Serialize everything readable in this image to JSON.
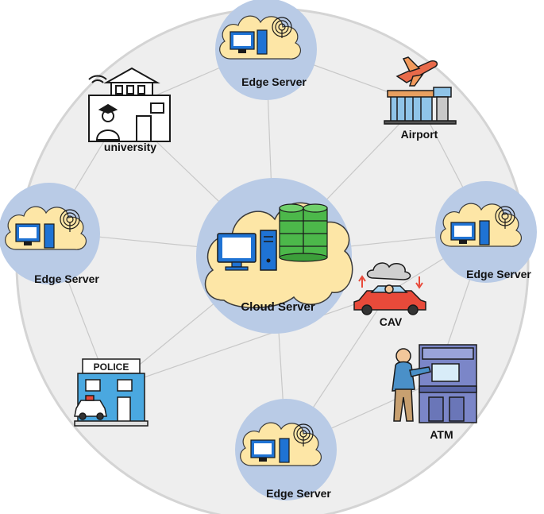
{
  "nodes": {
    "cloud_server": {
      "label": "Cloud Server"
    },
    "edge_top": {
      "label": "Edge Server"
    },
    "edge_left": {
      "label": "Edge Server"
    },
    "edge_right": {
      "label": "Edge Server"
    },
    "edge_bottom": {
      "label": "Edge Server"
    },
    "university": {
      "label": "university"
    },
    "airport": {
      "label": "Airport"
    },
    "cav": {
      "label": "CAV"
    },
    "atm": {
      "label": "ATM"
    },
    "police": {
      "sign": "POLICE"
    }
  },
  "colors": {
    "ring": "#eeeeee",
    "ring_border": "#d4d4d4",
    "node_circle": "#b9cbe6",
    "cloud_fill": "#fde6a6",
    "cloud_stroke": "#3a3a3a",
    "monitor": "#1f73d4",
    "database": "#4cb84a",
    "link": "#c8c8c8"
  },
  "icons": {
    "cloud_server": [
      "cloud-icon",
      "monitor-icon",
      "tower-pc-icon",
      "database-icon"
    ],
    "edge_server": [
      "cloud-icon",
      "monitor-icon",
      "tower-pc-icon",
      "wireless-antenna-icon"
    ],
    "university": "university-building-icon",
    "airport": "airport-icon",
    "cav": "connected-car-icon",
    "atm": "atm-user-icon",
    "police": "police-station-icon"
  }
}
